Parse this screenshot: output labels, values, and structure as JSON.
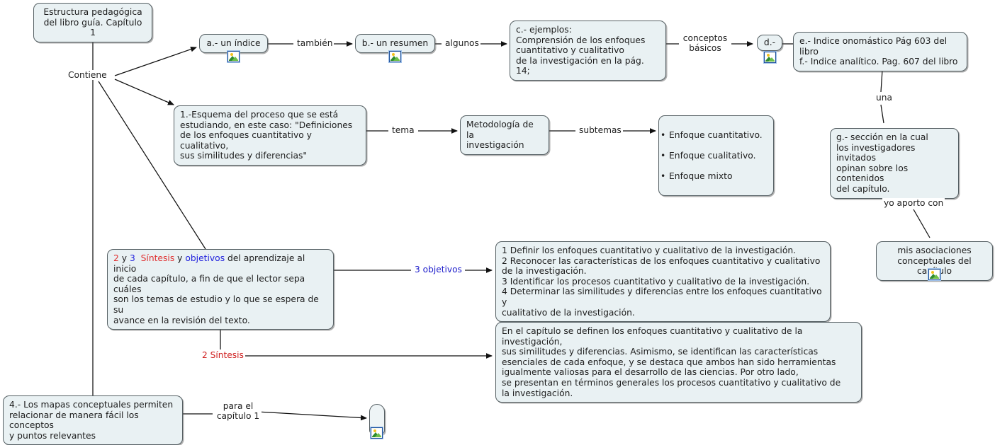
{
  "map": {
    "title_node": "Estructura pedagógica\ndel libro guía. Capítulo 1",
    "nodes": [
      {
        "id": "root",
        "text": "Estructura pedagógica\ndel libro guía. Capítulo 1"
      },
      {
        "id": "indice",
        "text": "a.- un índice"
      },
      {
        "id": "resumen",
        "text": "b.- un resumen"
      },
      {
        "id": "ejemplos",
        "text": "c.- ejemplos:\nComprensión de los enfoques\ncuantitativo y cualitativo\nde la investigación en la pág. 14;"
      },
      {
        "id": "d",
        "text": "d.-"
      },
      {
        "id": "indices_ef",
        "text": "e.- Indice onomástico Pág 603 del libro\nf.- Indice analítico. Pag. 607 del libro"
      },
      {
        "id": "esquema",
        "text": "1.-Esquema del proceso que se está\nestudiando, en este caso: \"Definiciones\nde los enfoques cuantitativo y cualitativo,\nsus similitudes y diferencias\""
      },
      {
        "id": "metodologia",
        "text": "Metodología de la\ninvestigación"
      },
      {
        "id": "enfoques",
        "bullets": [
          "Enfoque cuantitativo.",
          "Enfoque cualitativo.",
          "Enfoque mixto"
        ]
      },
      {
        "id": "seccion_g",
        "text": "g.- sección en la cual\nlos investigadores invitados\nopinan sobre los contenidos\ndel capítulo."
      },
      {
        "id": "asociaciones",
        "text": "mis asociaciones\nconceptuales del capítulo"
      },
      {
        "id": "sintesis_objetivos",
        "rich": [
          {
            "t": "2",
            "c": "red"
          },
          {
            "t": " y ",
            "c": "none"
          },
          {
            "t": "3",
            "c": "blue"
          },
          {
            "t": "  ",
            "c": "none"
          },
          {
            "t": "Síntesis",
            "c": "red"
          },
          {
            "t": " y ",
            "c": "none"
          },
          {
            "t": "objetivos",
            "c": "blue"
          },
          {
            "t": " del aprendizaje al inicio\nde cada capítulo, a fin de que el lector sepa cuáles\nson los temas de estudio y lo que se espera de su\navance en la revisión del texto.",
            "c": "none"
          }
        ]
      },
      {
        "id": "objetivos_lista",
        "text": "1 Definir los enfoques cuantitativo y cualitativo de la investigación.\n2 Reconocer las características de los enfoques cuantitativo y cualitativo\nde la investigación.\n3 Identificar los procesos cuantitativo y cualitativo de la investigación.\n4 Determinar las similitudes y diferencias entre los enfoques cuantitativo y\ncualitativo de la investigación."
      },
      {
        "id": "sintesis_texto",
        "text": "En el capítulo se definen los enfoques cuantitativo y cualitativo de la investigación,\nsus similitudes y diferencias. Asimismo, se identifican las características\nesenciales de cada enfoque, y se destaca que ambos han sido herramientas\nigualmente valiosas para el desarrollo de las ciencias. Por otro lado,\nse presentan en términos generales los procesos cuantitativo y cualitativo de\nla investigación."
      },
      {
        "id": "mapas",
        "text": "4.- Los mapas conceptuales permiten\nrelacionar de manera fácil los conceptos\ny puntos relevantes"
      },
      {
        "id": "blank_node",
        "text": ""
      }
    ],
    "edge_labels": [
      {
        "id": "contiene",
        "text": "Contiene",
        "color": "none"
      },
      {
        "id": "tambien",
        "text": "también",
        "color": "none"
      },
      {
        "id": "algunos",
        "text": "algunos",
        "color": "none"
      },
      {
        "id": "conceptos",
        "text": "conceptos\nbásicos",
        "color": "none"
      },
      {
        "id": "tema",
        "text": "tema",
        "color": "none"
      },
      {
        "id": "subtemas",
        "text": "subtemas",
        "color": "none"
      },
      {
        "id": "una",
        "text": "una",
        "color": "none"
      },
      {
        "id": "yo_aporto",
        "text": "yo aporto con",
        "color": "none"
      },
      {
        "id": "obj3",
        "text": "3 objetivos",
        "color": "blue"
      },
      {
        "id": "sint2",
        "text": "2 Síntesis",
        "color": "red"
      },
      {
        "id": "para_cap",
        "text": "para el\ncapítulo 1",
        "color": "none"
      }
    ],
    "icons": {
      "picture": "picture-icon"
    },
    "colors": {
      "node_fill": "#e9f1f3",
      "node_border": "#555f63",
      "red_text": "#d02020",
      "blue_text": "#2222cc",
      "edge": "#111111"
    }
  }
}
